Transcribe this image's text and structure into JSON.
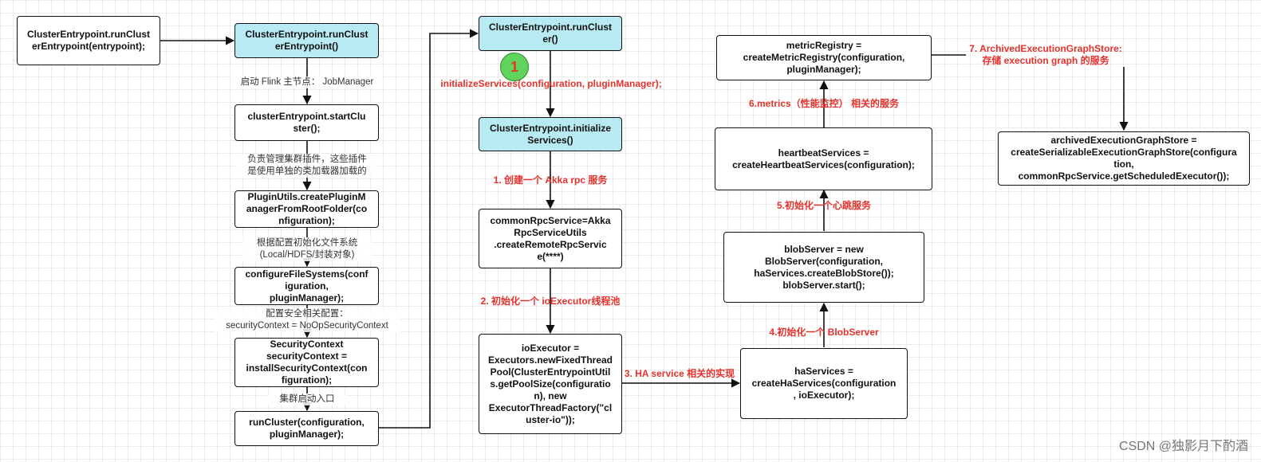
{
  "boxes": {
    "entry": "ClusterEntrypoint.runClust\nerEntrypoint(entrypoint);",
    "run_cluster_entrypoint": "ClusterEntrypoint.runClust\nerEntrypoint()",
    "start_cluster": "clusterEntrypoint.startClu\nster();",
    "plugin_manager": "PluginUtils.createPluginM\nanagerFromRootFolder(co\nnfiguration);",
    "configure_fs": "configureFileSystems(conf\niguration,\npluginManager);",
    "security_context": "SecurityContext\nsecurityContext =\ninstallSecurityContext(con\nfiguration);",
    "run_cluster_call": "runCluster(configuration,\npluginManager);",
    "run_cluster": "ClusterEntrypoint.runClust\ner()",
    "initialize_services": "ClusterEntrypoint.initialize\nServices()",
    "common_rpc": "commonRpcService=Akka\nRpcServiceUtils\n.createRemoteRpcServic\ne(****)",
    "io_executor": "ioExecutor =\nExecutors.newFixedThread\nPool(ClusterEntrypointUtil\ns.getPoolSize(configuratio\nn), new\nExecutorThreadFactory(\"cl\nuster-io\"));",
    "ha_services": "haServices =\ncreateHaServices(configuration\n, ioExecutor);",
    "blob_server": "blobServer = new\nBlobServer(configuration,\nhaServices.createBlobStore());\nblobServer.start();",
    "heartbeat": "heartbeatServices =\ncreateHeartbeatServices(configuration);",
    "metric_registry": "metricRegistry =\ncreateMetricRegistry(configuration,\npluginManager);",
    "archived_store": "archivedExecutionGraphStore =\ncreateSerializableExecutionGraphStore(configura\ntion,\ncommonRpcService.getScheduledExecutor());"
  },
  "labels": {
    "start_jobmanager": "启动 Flink 主节点： JobManager",
    "plugin_note": "负责管理集群插件，这些插件\n是使用单独的类加载器加载的",
    "fs_note": "根据配置初始化文件系统\n(Local/HDFS/封装对象)",
    "security_note": "配置安全相关配置：\nsecurityContext = NoOpSecurityContext",
    "cluster_entry_note": "集群启动入口",
    "initialize_call": "initializeServices(configuration, pluginManager);",
    "step1": "1. 创建一个 Akka rpc 服务",
    "step2": "2. 初始化一个 ioExecutor线程池",
    "step3": "3. HA service 相关的实现",
    "step4": "4.初始化一个 BlobServer",
    "step5": "5.初始化一个心跳服务",
    "step6": "6.metrics（性能监控） 相关的服务",
    "step7": "7. ArchivedExecutionGraphStore:\n存储 execution graph 的服务"
  },
  "badge": "1",
  "watermark": "CSDN @独影月下酌酒",
  "colors": {
    "box_fill_highlight": "#b8eaf3",
    "step_label": "#e5322d",
    "badge_fill": "#5fd35a"
  }
}
